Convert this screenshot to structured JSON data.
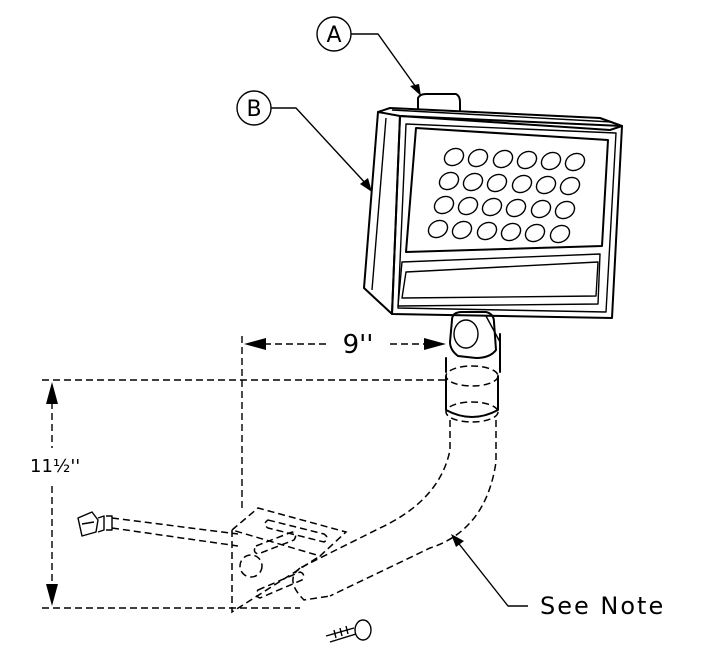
{
  "callouts": [
    {
      "id": "A",
      "label": "A"
    },
    {
      "id": "B",
      "label": "B"
    }
  ],
  "dimensions": {
    "horizontal_label": "9''",
    "vertical_label": "11½''"
  },
  "note_label": "See Note"
}
